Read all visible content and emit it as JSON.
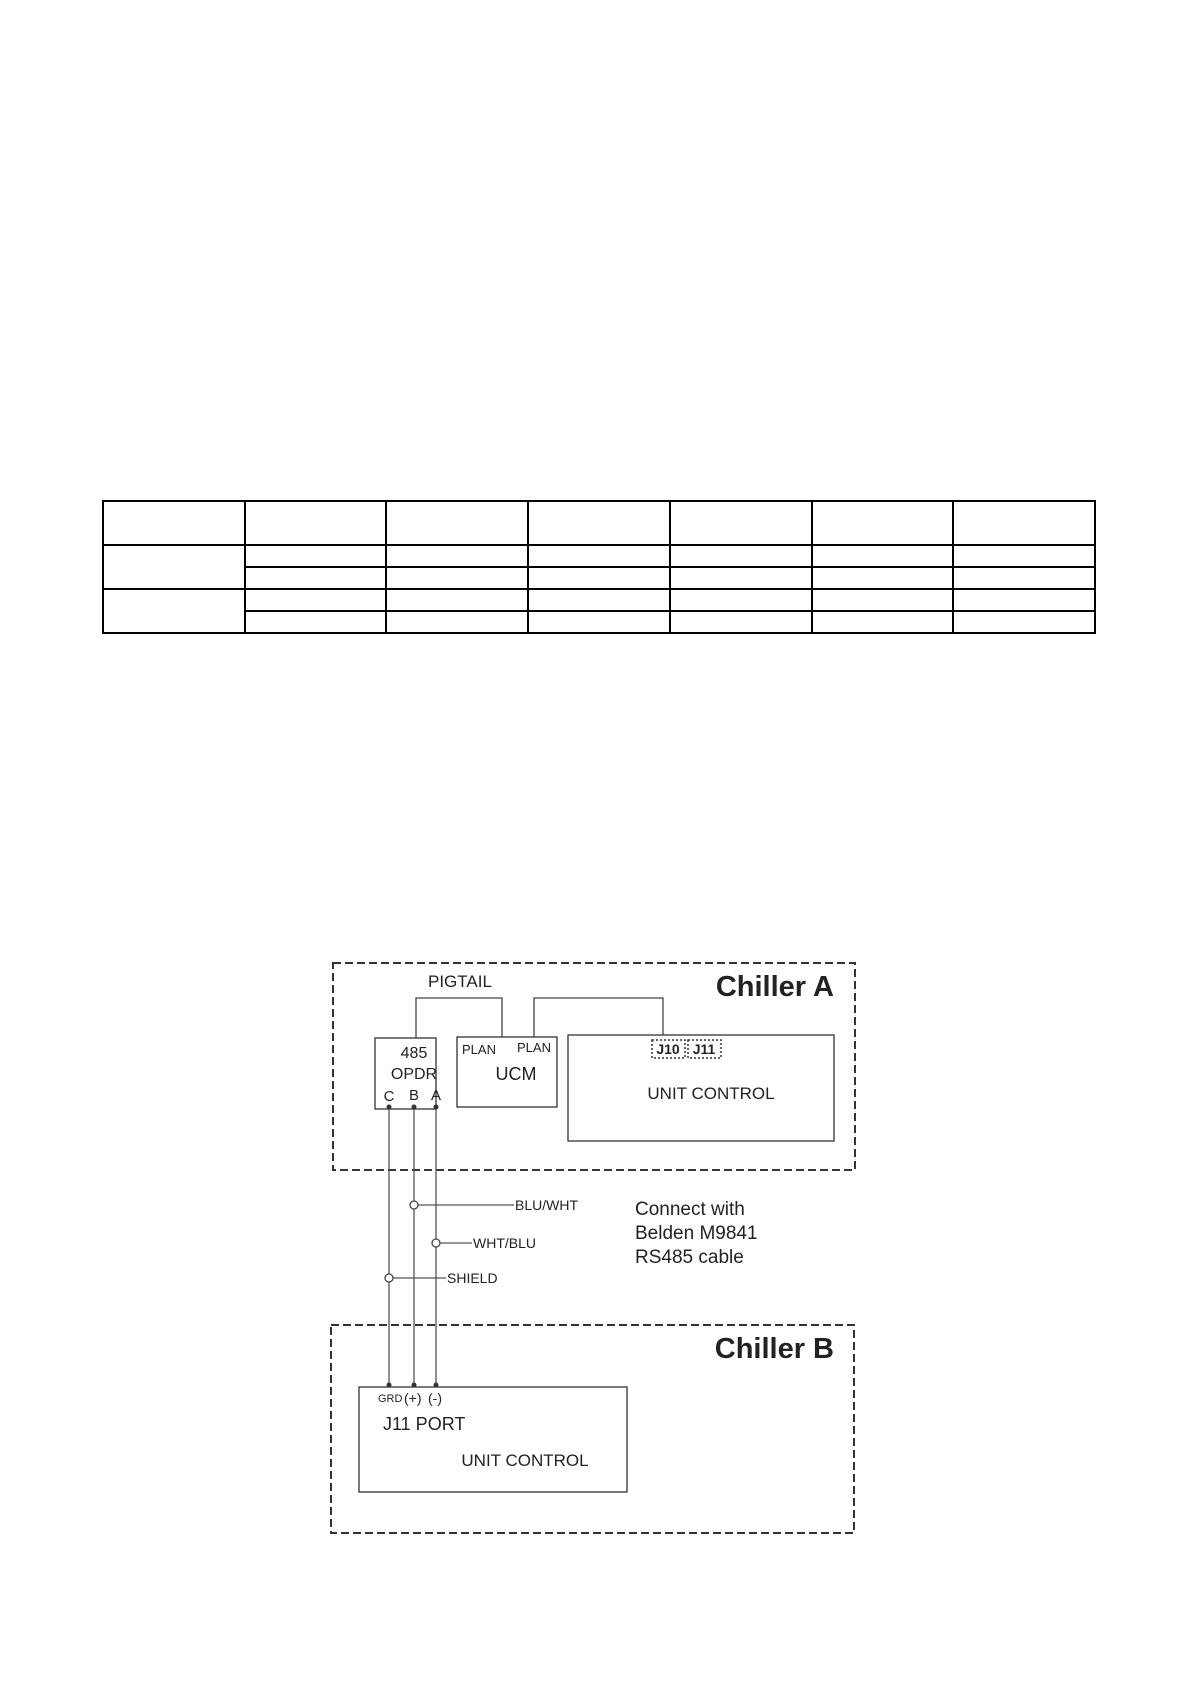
{
  "diagram": {
    "chiller_a": {
      "title": "Chiller A",
      "pigtail_label": "PIGTAIL",
      "opdr": {
        "line1": "485",
        "line2": "OPDR",
        "terminal_c": "C",
        "terminal_b": "B",
        "terminal_a": "A"
      },
      "ucm": {
        "label": "UCM",
        "plan_left": "PLAN",
        "plan_right": "PLAN"
      },
      "unit_control": {
        "label": "UNIT CONTROL",
        "port_j10": "J10",
        "port_j11": "J11"
      }
    },
    "chiller_b": {
      "title": "Chiller B",
      "terminal_grd": "GRD",
      "terminal_plus": "(+)",
      "terminal_minus": "(-)",
      "port_label": "J11 PORT",
      "unit_control": "UNIT CONTROL"
    },
    "wires": {
      "blu_wht": "BLU/WHT",
      "wht_blu": "WHT/BLU",
      "shield": "SHIELD"
    },
    "note": {
      "line1": "Connect with",
      "line2": "Belden M9841",
      "line3": "RS485 cable"
    }
  }
}
